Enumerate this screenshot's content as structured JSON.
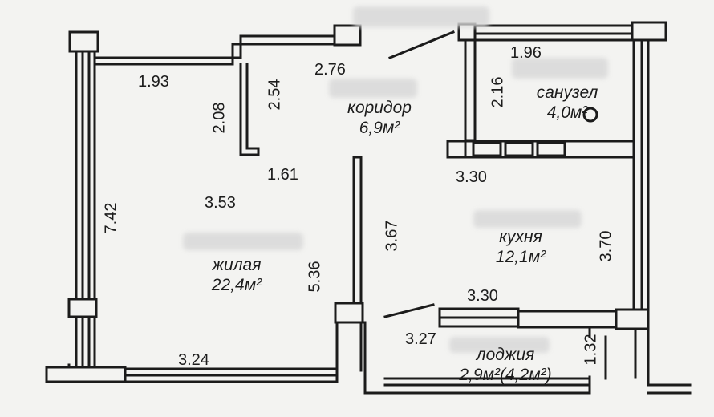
{
  "rooms": {
    "corridor": {
      "name": "коридор",
      "area": "6,9м²"
    },
    "bathroom": {
      "name": "санузел",
      "area": "4,0м²"
    },
    "living": {
      "name": "жилая",
      "area": "22,4м²"
    },
    "kitchen": {
      "name": "кухня",
      "area": "12,1м²"
    },
    "loggia": {
      "name": "лоджия",
      "area": "2,9м²(4,2м²)"
    }
  },
  "dims": {
    "d_276": "2.76",
    "d_196": "1.96",
    "d_193": "1.93",
    "d_254": "2.54",
    "d_208": "2.08",
    "d_216": "2.16",
    "d_161": "1.61",
    "d_330_top": "3.30",
    "d_353": "3.53",
    "d_742": "7.42",
    "d_367": "3.67",
    "d_370": "3.70",
    "d_536": "5.36",
    "d_330_bottom": "3.30",
    "d_327": "3.27",
    "d_132": "1.32",
    "d_324": "3.24"
  },
  "colors": {
    "wall": "#1b1b1b",
    "paper": "#f3f3f1",
    "ink": "#1c1c1c",
    "blur": "#d9d9d9"
  }
}
